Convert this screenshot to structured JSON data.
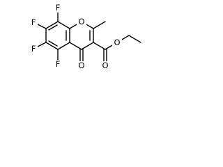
{
  "molecule": {
    "atoms": {
      "F8": "F",
      "F7": "F",
      "F6": "F",
      "F5": "F",
      "O1": "O",
      "O4": "O",
      "O_ester_carbonyl": "O",
      "O_ester_ether": "O"
    }
  }
}
